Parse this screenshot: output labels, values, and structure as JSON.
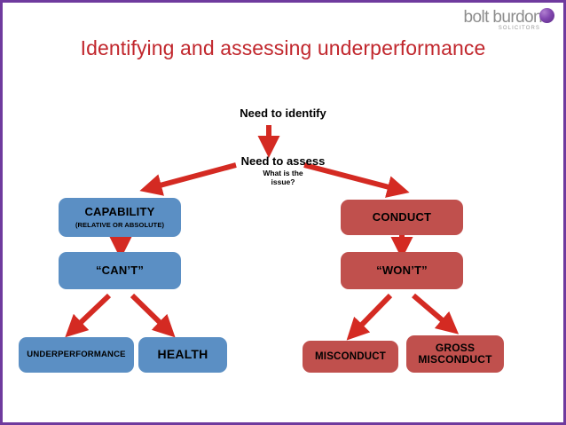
{
  "slide": {
    "title": "Identifying and assessing underperformance",
    "title_color": "#c1272d",
    "border_color": "#6f3a9e",
    "background": "#ffffff"
  },
  "logo": {
    "wordmark": "bolt burdon",
    "subtitle": "SOLICITORS",
    "sphere_icon": "purple-sphere-icon",
    "sphere_color": "#8247b0"
  },
  "flow": {
    "identify_label": "Need to identify",
    "assess_label": "Need to assess",
    "issue_question_line1": "What is the",
    "issue_question_line2": "issue?",
    "arrow_color": "#d42a22"
  },
  "nodes": {
    "capability": {
      "label": "CAPABILITY",
      "sublabel": "(RELATIVE OR ABSOLUTE)",
      "color": "#5b8fc4"
    },
    "cant": {
      "label": "“CAN’T”",
      "color": "#5b8fc4"
    },
    "underperformance": {
      "label": "UNDERPERFORMANCE",
      "color": "#5b8fc4"
    },
    "health": {
      "label": "HEALTH",
      "color": "#5b8fc4"
    },
    "conduct": {
      "label": "CONDUCT",
      "color": "#c0504d"
    },
    "wont": {
      "label": "“WON’T”",
      "color": "#c0504d"
    },
    "misconduct": {
      "label": "MISCONDUCT",
      "color": "#c0504d"
    },
    "gross_misconduct": {
      "line1": "GROSS",
      "line2": "MISCONDUCT",
      "color": "#c0504d"
    }
  }
}
